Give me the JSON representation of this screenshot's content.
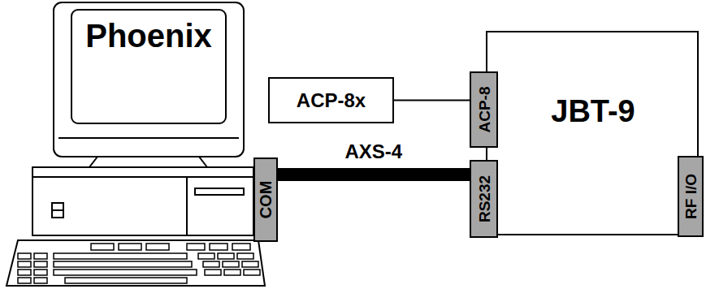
{
  "diagram": {
    "nodes": [
      {
        "text": [
          "Phoenix"
        ]
      },
      {
        "text": [
          "COM"
        ],
        "in": 0
      },
      {
        "text": [
          "ACP-8x"
        ]
      },
      {
        "text": [
          "JBT-9"
        ]
      },
      {
        "text": [
          "ACP-8"
        ],
        "in": 3
      },
      {
        "text": [
          "RS232"
        ],
        "in": 3
      },
      {
        "text": [
          "RF I/O"
        ],
        "in": 3
      }
    ],
    "edges": [
      {
        "from": 2,
        "to": 4,
        "arrow": "none"
      },
      {
        "from": 1,
        "to": 5,
        "label": "AXS-4",
        "arrow": "none"
      }
    ]
  }
}
